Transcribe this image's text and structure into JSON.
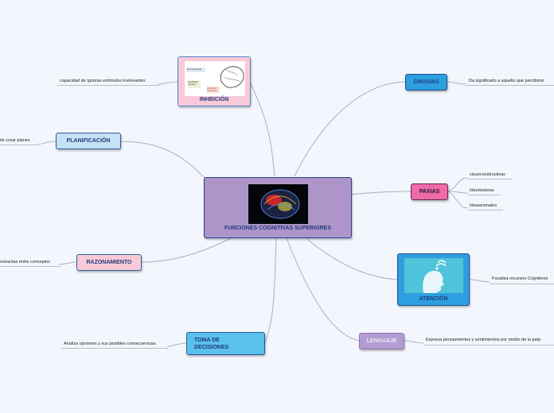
{
  "central": {
    "title": "FUNCIONES COGNITIVAS SUPERIORES"
  },
  "nodes": {
    "inhibicion": {
      "title": "INHBICIÓN",
      "desc": "capacidad de Ignoras estímulos irrelevantes",
      "img_tags": [
        "Reconocimiento",
        "Flexibilidad cognitiva",
        "Inhibición y autocontrol"
      ]
    },
    "planificacion": {
      "title": "PLANIFICACIÓN",
      "desc": "ite crear planes"
    },
    "razonamiento": {
      "title": "RAZONAMIENTO",
      "desc": "ostractas entre conceptos"
    },
    "toma": {
      "title": "TOMA DE DECISIONES",
      "desc": "Analiza opciones y sus posibles consecuencias"
    },
    "gnosias": {
      "title": "GNOSIAS",
      "desc": "Da significado a aquello que percibimo"
    },
    "paxias": {
      "title": "PAXIAS",
      "items": [
        "visuoconstructivas",
        "Ideomotoras",
        "Ideaacionales"
      ]
    },
    "atencion": {
      "title": "ATENCIÓN",
      "desc": "Focaliza recursos Cognitivos"
    },
    "lenguaje": {
      "title": "LENGUAJE",
      "desc": "Expresa pensamientos y sentimientos por medio de la pala"
    }
  },
  "colors": {
    "central": "#ad95c9",
    "gnosias": "#2d9fe0",
    "paxias": "#f06aa8",
    "atencion": "#2d9fe0",
    "lenguaje": "#b49bd1",
    "toma": "#5bc0ec",
    "razonamiento": "#f9c9d8",
    "planificacion": "#c6e0f6",
    "inhibicion": "#f9c9d8"
  }
}
